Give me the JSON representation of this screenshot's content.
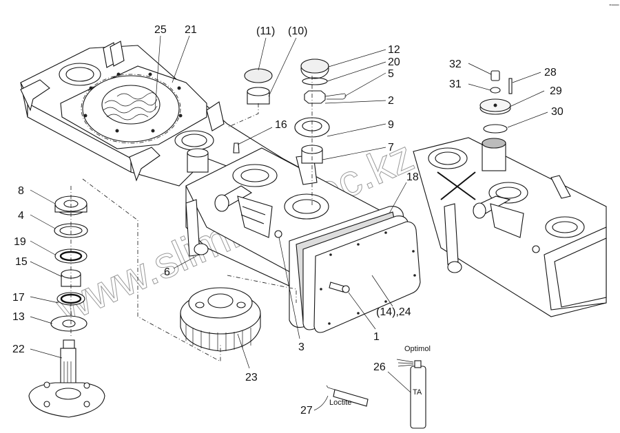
{
  "diagram": {
    "type": "exploded parts diagram",
    "subject": "gearbox housing assembly",
    "corner_mark": "-—",
    "watermark": "www.slimkon-tec.kz",
    "callouts": [
      {
        "id": "c25",
        "text": "25"
      },
      {
        "id": "c21",
        "text": "21"
      },
      {
        "id": "c11",
        "text": "(11)"
      },
      {
        "id": "c10",
        "text": "(10)"
      },
      {
        "id": "c12",
        "text": "12"
      },
      {
        "id": "c20",
        "text": "20"
      },
      {
        "id": "c5",
        "text": "5"
      },
      {
        "id": "c2",
        "text": "2"
      },
      {
        "id": "c16",
        "text": "16"
      },
      {
        "id": "c9",
        "text": "9"
      },
      {
        "id": "c7",
        "text": "7"
      },
      {
        "id": "c18",
        "text": "18"
      },
      {
        "id": "c32",
        "text": "32"
      },
      {
        "id": "c28",
        "text": "28"
      },
      {
        "id": "c31",
        "text": "31"
      },
      {
        "id": "c29",
        "text": "29"
      },
      {
        "id": "c30",
        "text": "30"
      },
      {
        "id": "c8",
        "text": "8"
      },
      {
        "id": "c4",
        "text": "4"
      },
      {
        "id": "c19",
        "text": "19"
      },
      {
        "id": "c15",
        "text": "15"
      },
      {
        "id": "c17",
        "text": "17"
      },
      {
        "id": "c13",
        "text": "13"
      },
      {
        "id": "c22",
        "text": "22"
      },
      {
        "id": "c6",
        "text": "6"
      },
      {
        "id": "c3",
        "text": "3"
      },
      {
        "id": "c1",
        "text": "1"
      },
      {
        "id": "c14_24",
        "text": "(14),24"
      },
      {
        "id": "c23",
        "text": "23"
      },
      {
        "id": "c26",
        "text": "26"
      },
      {
        "id": "c27",
        "text": "27"
      }
    ],
    "product_labels": {
      "spray_brand": "Optimol",
      "spray_can_text": "TA",
      "tube_brand": "Loctite"
    }
  }
}
